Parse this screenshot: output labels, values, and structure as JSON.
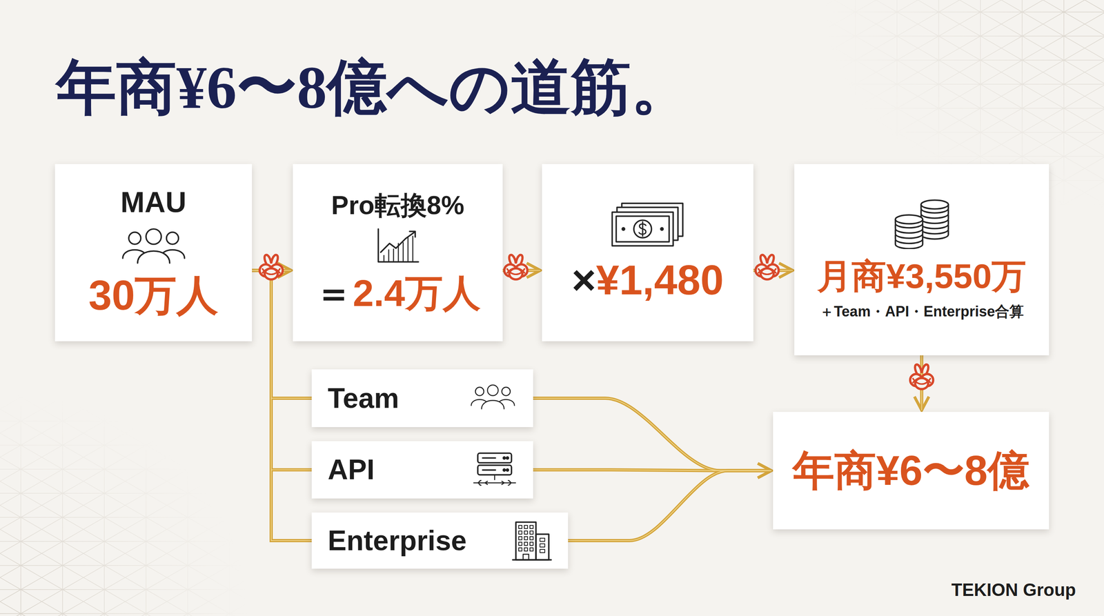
{
  "diagram": {
    "title": "年商¥6〜8億への道筋。",
    "nodes": [
      {
        "text": [
          "MAU",
          "30万人"
        ]
      },
      {
        "text": [
          "Pro転換8%",
          "＝2.4万人"
        ]
      },
      {
        "text": [
          "×¥1,480"
        ]
      },
      {
        "text": [
          "月商¥3,550万",
          "＋Team・API・Enterprise合算"
        ]
      },
      {
        "text": [
          "Team"
        ]
      },
      {
        "text": [
          "API"
        ]
      },
      {
        "text": [
          "Enterprise"
        ]
      },
      {
        "text": [
          "年商¥6〜8億"
        ]
      }
    ],
    "edges": [
      {
        "from": 0,
        "to": 1,
        "arrow": "to"
      },
      {
        "from": 1,
        "to": 2,
        "arrow": "to"
      },
      {
        "from": 2,
        "to": 3,
        "arrow": "to"
      },
      {
        "from": 0,
        "to": 4,
        "arrow": "none"
      },
      {
        "from": 0,
        "to": 5,
        "arrow": "none"
      },
      {
        "from": 0,
        "to": 6,
        "arrow": "none"
      },
      {
        "from": 4,
        "to": 7,
        "arrow": "to"
      },
      {
        "from": 5,
        "to": 7,
        "arrow": "to"
      },
      {
        "from": 6,
        "to": 7,
        "arrow": "to"
      },
      {
        "from": 3,
        "to": 7,
        "arrow": "to"
      }
    ],
    "labels": [
      "TEKION Group"
    ]
  }
}
